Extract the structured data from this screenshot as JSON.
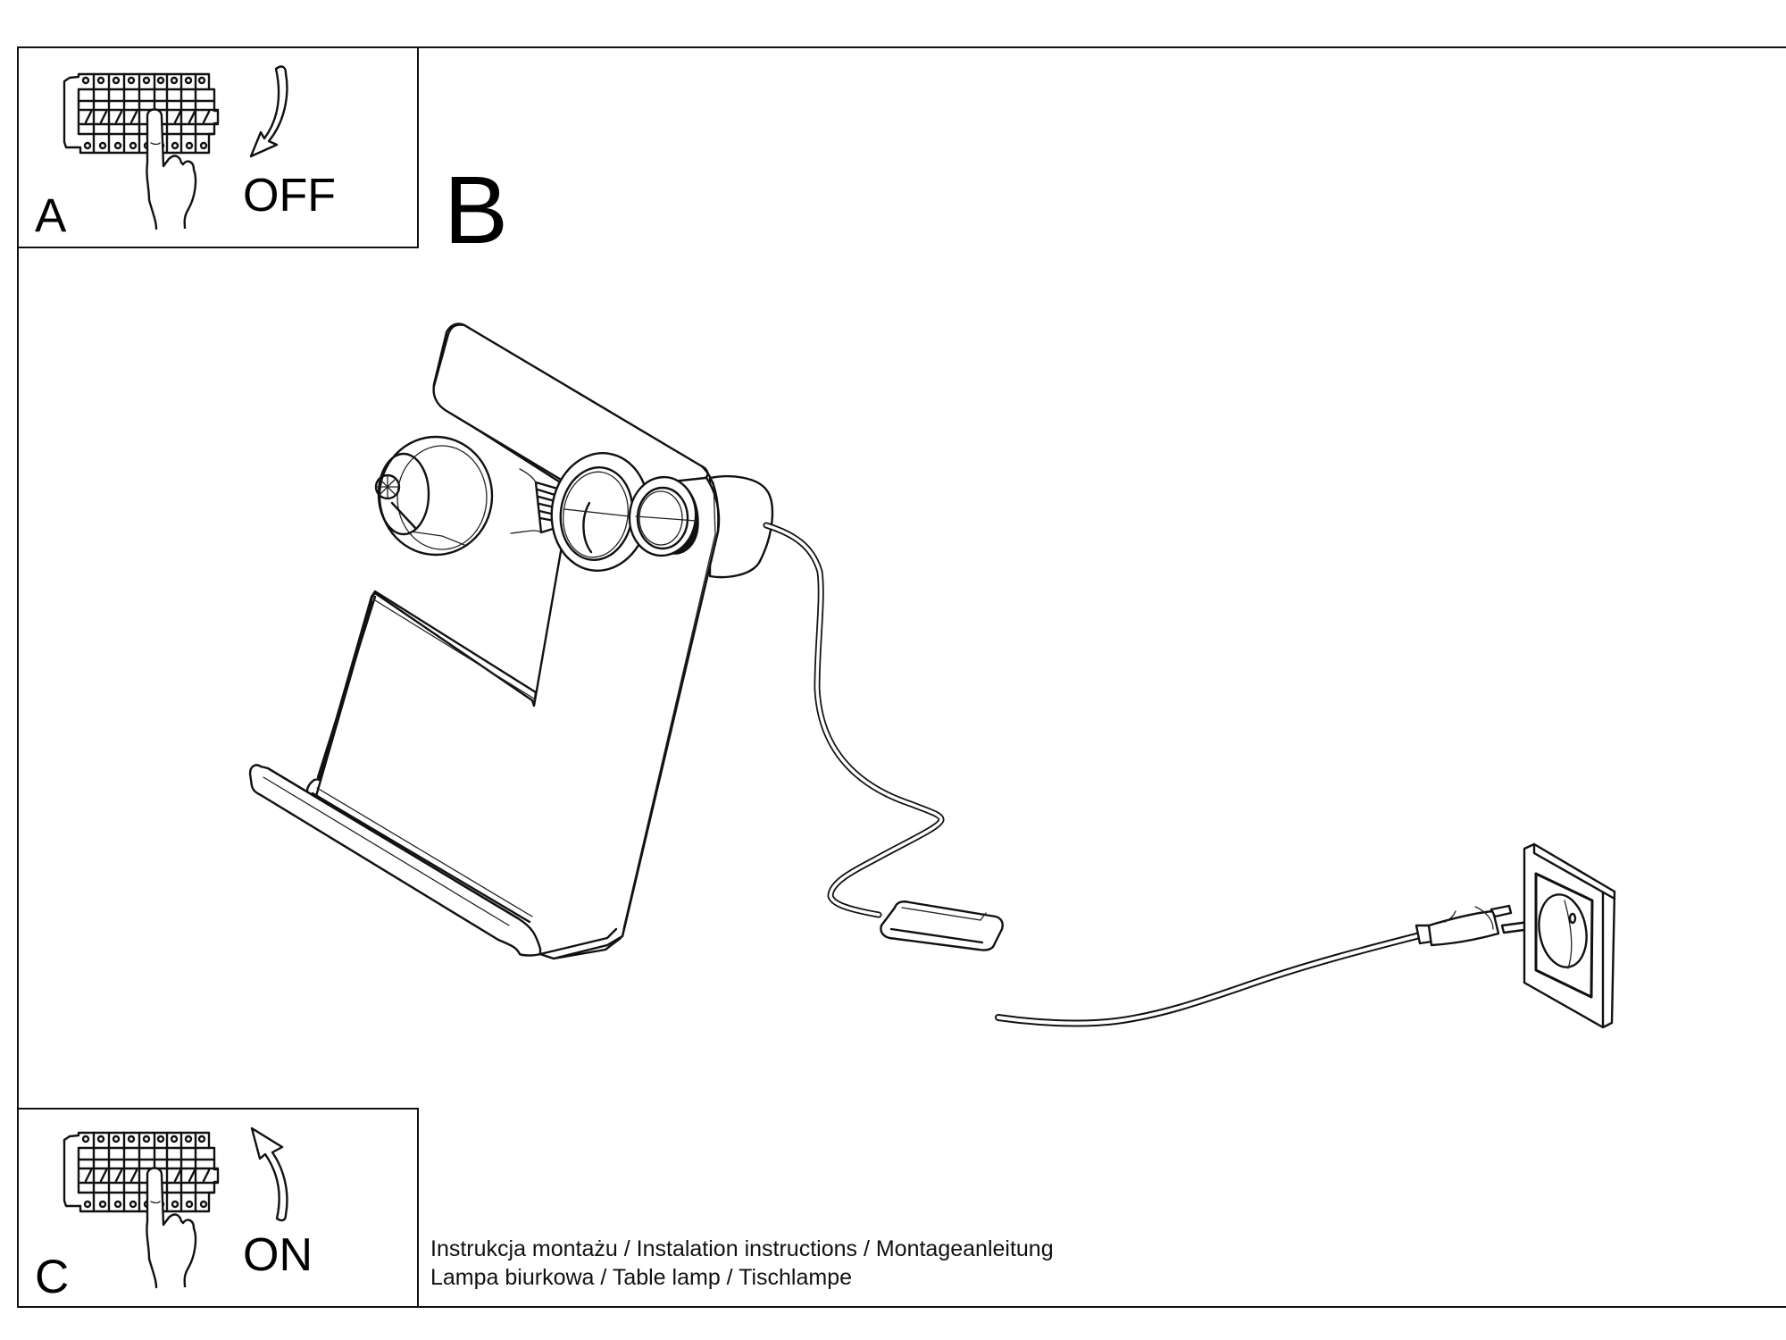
{
  "document": {
    "type": "assembly-instructions-sheet"
  },
  "panels": {
    "a": {
      "letter": "A",
      "action": "OFF",
      "icon": "circuit-breaker-switch-off-icon",
      "arrow": "arrow-down-curved"
    },
    "b": {
      "letter": "B",
      "illustration": "table-lamp-plug-in"
    },
    "c": {
      "letter": "C",
      "action": "ON",
      "icon": "circuit-breaker-switch-on-icon",
      "arrow": "arrow-up-curved"
    }
  },
  "caption": {
    "line1": "Instrukcja montażu / Instalation instructions / Montageanleitung",
    "line2": "Lampa biurkowa / Table lamp / Tischlampe"
  },
  "colors": {
    "ink": "#111111",
    "paper": "#ffffff"
  }
}
